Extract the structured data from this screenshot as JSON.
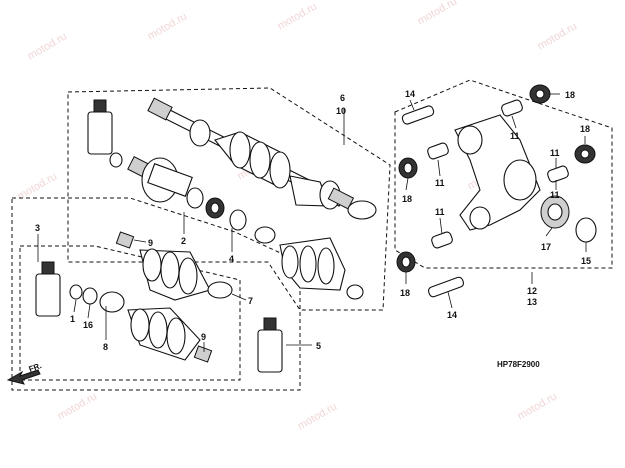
{
  "diagram": {
    "part_code": "HP78F2900",
    "direction_marker": "FR.",
    "watermark_text": "motod.ru",
    "callouts": {
      "c1": "1",
      "c2": "2",
      "c3": "3",
      "c4": "4",
      "c5": "5",
      "c6": "6",
      "c7": "7",
      "c8": "8",
      "c9a": "9",
      "c9b": "9",
      "c10": "10",
      "c11a": "11",
      "c11b": "11",
      "c11c": "11",
      "c11d": "11",
      "c11e": "11",
      "c12": "12",
      "c13": "13",
      "c14a": "14",
      "c14b": "14",
      "c15": "15",
      "c16": "16",
      "c17": "17",
      "c18a": "18",
      "c18b": "18",
      "c18c": "18",
      "c18d": "18"
    }
  }
}
